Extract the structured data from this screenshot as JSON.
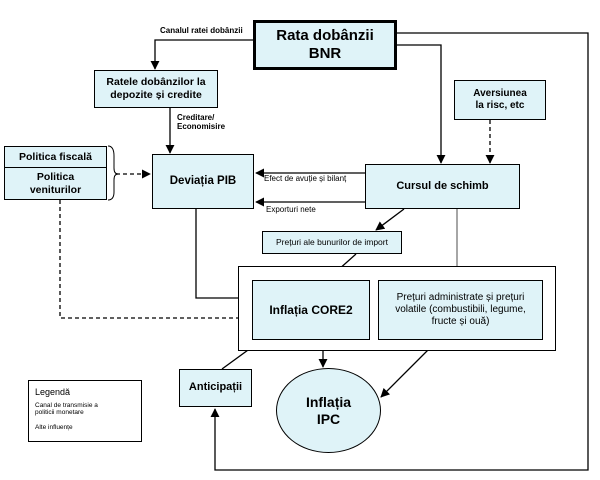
{
  "nodes": {
    "bnr": [
      "Rata dobânzii",
      "BNR"
    ],
    "ratele": [
      "Ratele dobânzilor la",
      "depozite și credite"
    ],
    "aversiunea": [
      "Aversiunea",
      "la risc, etc"
    ],
    "politica_fiscala": "Politica fiscală",
    "politica_veniturilor": [
      "Politica",
      "veniturilor"
    ],
    "deviatia": "Deviația PIB",
    "cursul": "Cursul de schimb",
    "preturi_import": "Prețuri ale bunurilor de import",
    "core2": "Inflația CORE2",
    "administrate": [
      "Prețuri administrate și prețuri",
      "volatile (combustibili, legume,",
      "fructe și ouă)"
    ],
    "anticipatii": "Anticipații",
    "ipc": [
      "Inflația",
      "IPC"
    ]
  },
  "edge_labels": {
    "canalul": "Canalul ratei dobânzii",
    "creditare": [
      "Creditare/",
      "Economisire"
    ],
    "efect": "Efect de avuție și bilanț",
    "exporturi": "Exporturi nete"
  },
  "legend": {
    "title": "Legendă",
    "channel": [
      "Canal de transmisie a",
      "politicii monetare"
    ],
    "other": "Alte influențe"
  },
  "colors": {
    "box_fill": "#dff3f8",
    "line": "#000000",
    "frame_fill": "#ffffff"
  }
}
